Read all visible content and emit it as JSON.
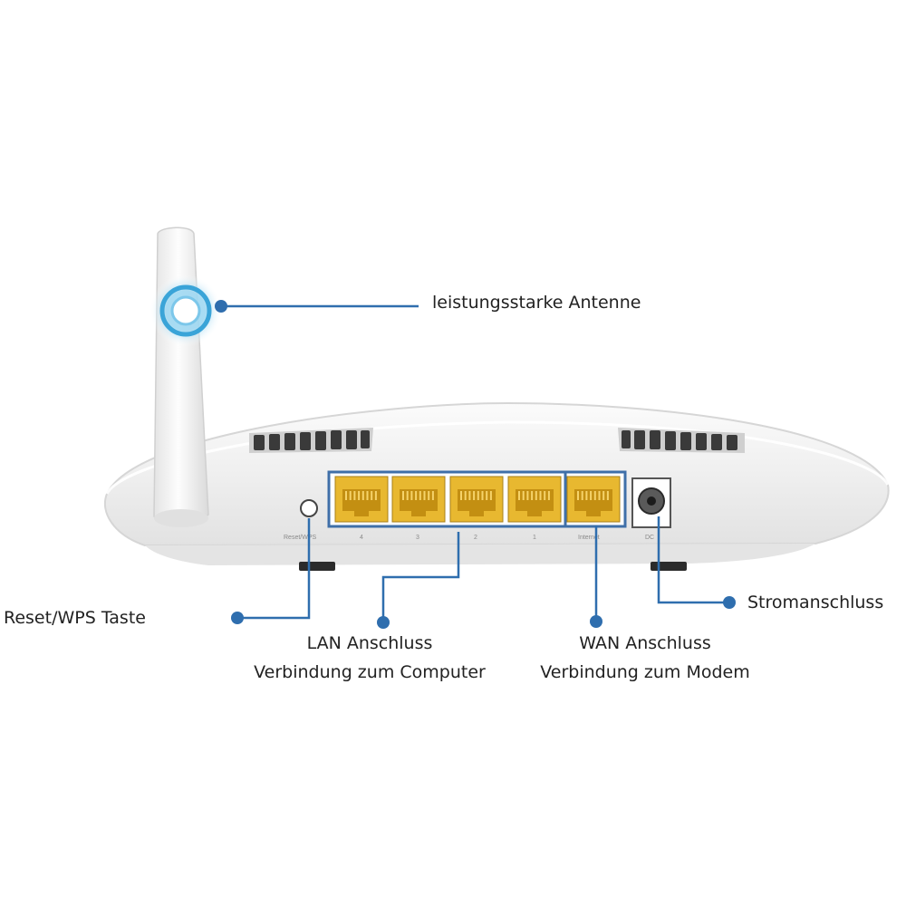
{
  "device": {
    "reset_button_label": "Reset/WPS",
    "lan_ports": [
      "4",
      "3",
      "2",
      "1"
    ],
    "wan_port_label": "Internet",
    "power_label": "DC"
  },
  "callouts": {
    "antenna": "leistungsstarke Antenne",
    "reset": "Reset/WPS Taste",
    "lan_title": "LAN  Anschluss",
    "lan_desc": "Verbindung zum Computer",
    "wan_title": "WAN  Anschluss",
    "wan_desc": "Verbindung zum Modem",
    "power": "Stromanschluss"
  },
  "colors": {
    "leader": "#2f6eae",
    "port_yellow": "#e8b830",
    "port_frame": "#3f6fa8",
    "body": "#f1f1f1",
    "glow": "#3aa4d8"
  }
}
